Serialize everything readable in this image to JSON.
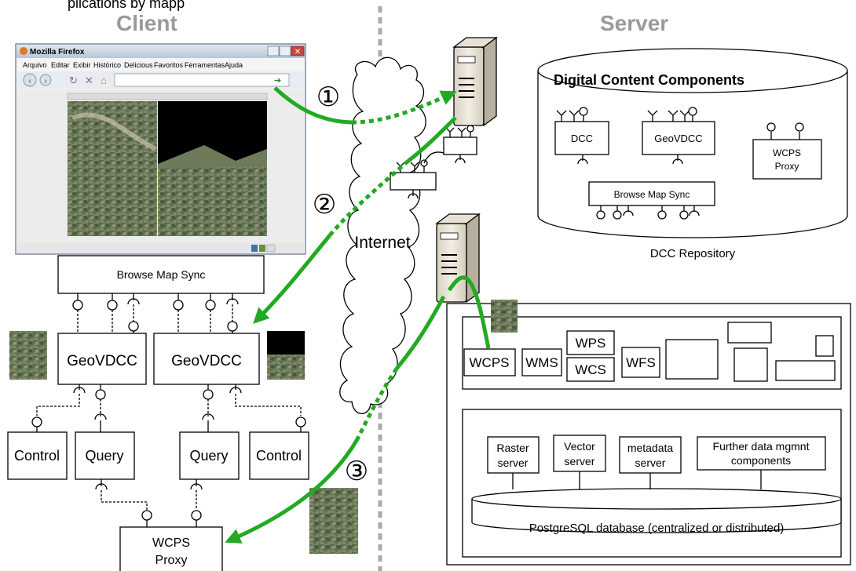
{
  "top_fragment": "plications by mapp",
  "headers": {
    "client": "Client",
    "server": "Server"
  },
  "browser": {
    "title": "Mozilla Firefox",
    "menu": [
      "Arquivo",
      "Editar",
      "Exibir",
      "Histórico",
      "Delicious",
      "Favoritos",
      "Ferramentas",
      "Ajuda"
    ]
  },
  "client": {
    "browse_map_sync": "Browse Map Sync",
    "geovdcc_left": "GeoVDCC",
    "geovdcc_right": "GeoVDCC",
    "control_left": "Control",
    "query_left": "Query",
    "query_right": "Query",
    "control_right": "Control",
    "wcps_proxy_line1": "WCPS",
    "wcps_proxy_line2": "Proxy"
  },
  "internet": "Internet",
  "steps": [
    "①",
    "②",
    "③"
  ],
  "repository": {
    "title": "Digital Content Components",
    "dcc": "DCC",
    "geovdcc": "GeoVDCC",
    "wcps_proxy_line1": "WCPS",
    "wcps_proxy_line2": "Proxy",
    "browse_map_sync": "Browse Map Sync",
    "caption": "DCC Repository"
  },
  "services": {
    "wcps": "WCPS",
    "wms": "WMS",
    "wps": "WPS",
    "wcs": "WCS",
    "wfs": "WFS"
  },
  "data_layer": {
    "raster_line1": "Raster",
    "raster_line2": "server",
    "vector_line1": "Vector",
    "vector_line2": "server",
    "metadata_line1": "metadata",
    "metadata_line2": "server",
    "further_line1": "Further data mgmnt",
    "further_line2": "components",
    "database": "PostgreSQL database (centralized or distributed)"
  },
  "colors": {
    "arrow": "#22aa22",
    "header": "#9a9a9a",
    "divider": "#aaaaaa"
  }
}
